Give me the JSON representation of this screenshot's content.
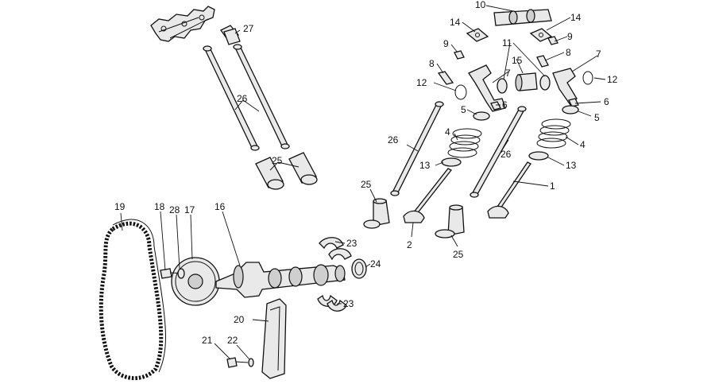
{
  "callouts": [
    {
      "id": "c10a",
      "label": "10"
    },
    {
      "id": "c14a",
      "label": "14"
    },
    {
      "id": "c14b",
      "label": "14"
    },
    {
      "id": "c9a",
      "label": "9"
    },
    {
      "id": "c9b",
      "label": "9"
    },
    {
      "id": "c8a",
      "label": "8"
    },
    {
      "id": "c8b",
      "label": "8"
    },
    {
      "id": "c11",
      "label": "11"
    },
    {
      "id": "c15",
      "label": "15"
    },
    {
      "id": "c7a",
      "label": "7"
    },
    {
      "id": "c7b",
      "label": "7"
    },
    {
      "id": "c12a",
      "label": "12"
    },
    {
      "id": "c12b",
      "label": "12"
    },
    {
      "id": "c5a",
      "label": "5"
    },
    {
      "id": "c5b",
      "label": "5"
    },
    {
      "id": "c6a",
      "label": "6"
    },
    {
      "id": "c6b",
      "label": "6"
    },
    {
      "id": "c4a",
      "label": "4"
    },
    {
      "id": "c4b",
      "label": "4"
    },
    {
      "id": "c26a",
      "label": "26"
    },
    {
      "id": "c26b",
      "label": "26"
    },
    {
      "id": "c26c",
      "label": "26"
    },
    {
      "id": "c13a",
      "label": "13"
    },
    {
      "id": "c13b",
      "label": "13"
    },
    {
      "id": "c1",
      "label": "1"
    },
    {
      "id": "c2",
      "label": "2"
    },
    {
      "id": "c25a",
      "label": "25"
    },
    {
      "id": "c25b",
      "label": "25"
    },
    {
      "id": "c25c",
      "label": "25"
    },
    {
      "id": "c27",
      "label": "27"
    },
    {
      "id": "c19",
      "label": "19"
    },
    {
      "id": "c18",
      "label": "18"
    },
    {
      "id": "c28",
      "label": "28"
    },
    {
      "id": "c17",
      "label": "17"
    },
    {
      "id": "c16",
      "label": "16"
    },
    {
      "id": "c23a",
      "label": "23"
    },
    {
      "id": "c23b",
      "label": "23"
    },
    {
      "id": "c24",
      "label": "24"
    },
    {
      "id": "c20",
      "label": "20"
    },
    {
      "id": "c21",
      "label": "21"
    },
    {
      "id": "c22",
      "label": "22"
    }
  ]
}
